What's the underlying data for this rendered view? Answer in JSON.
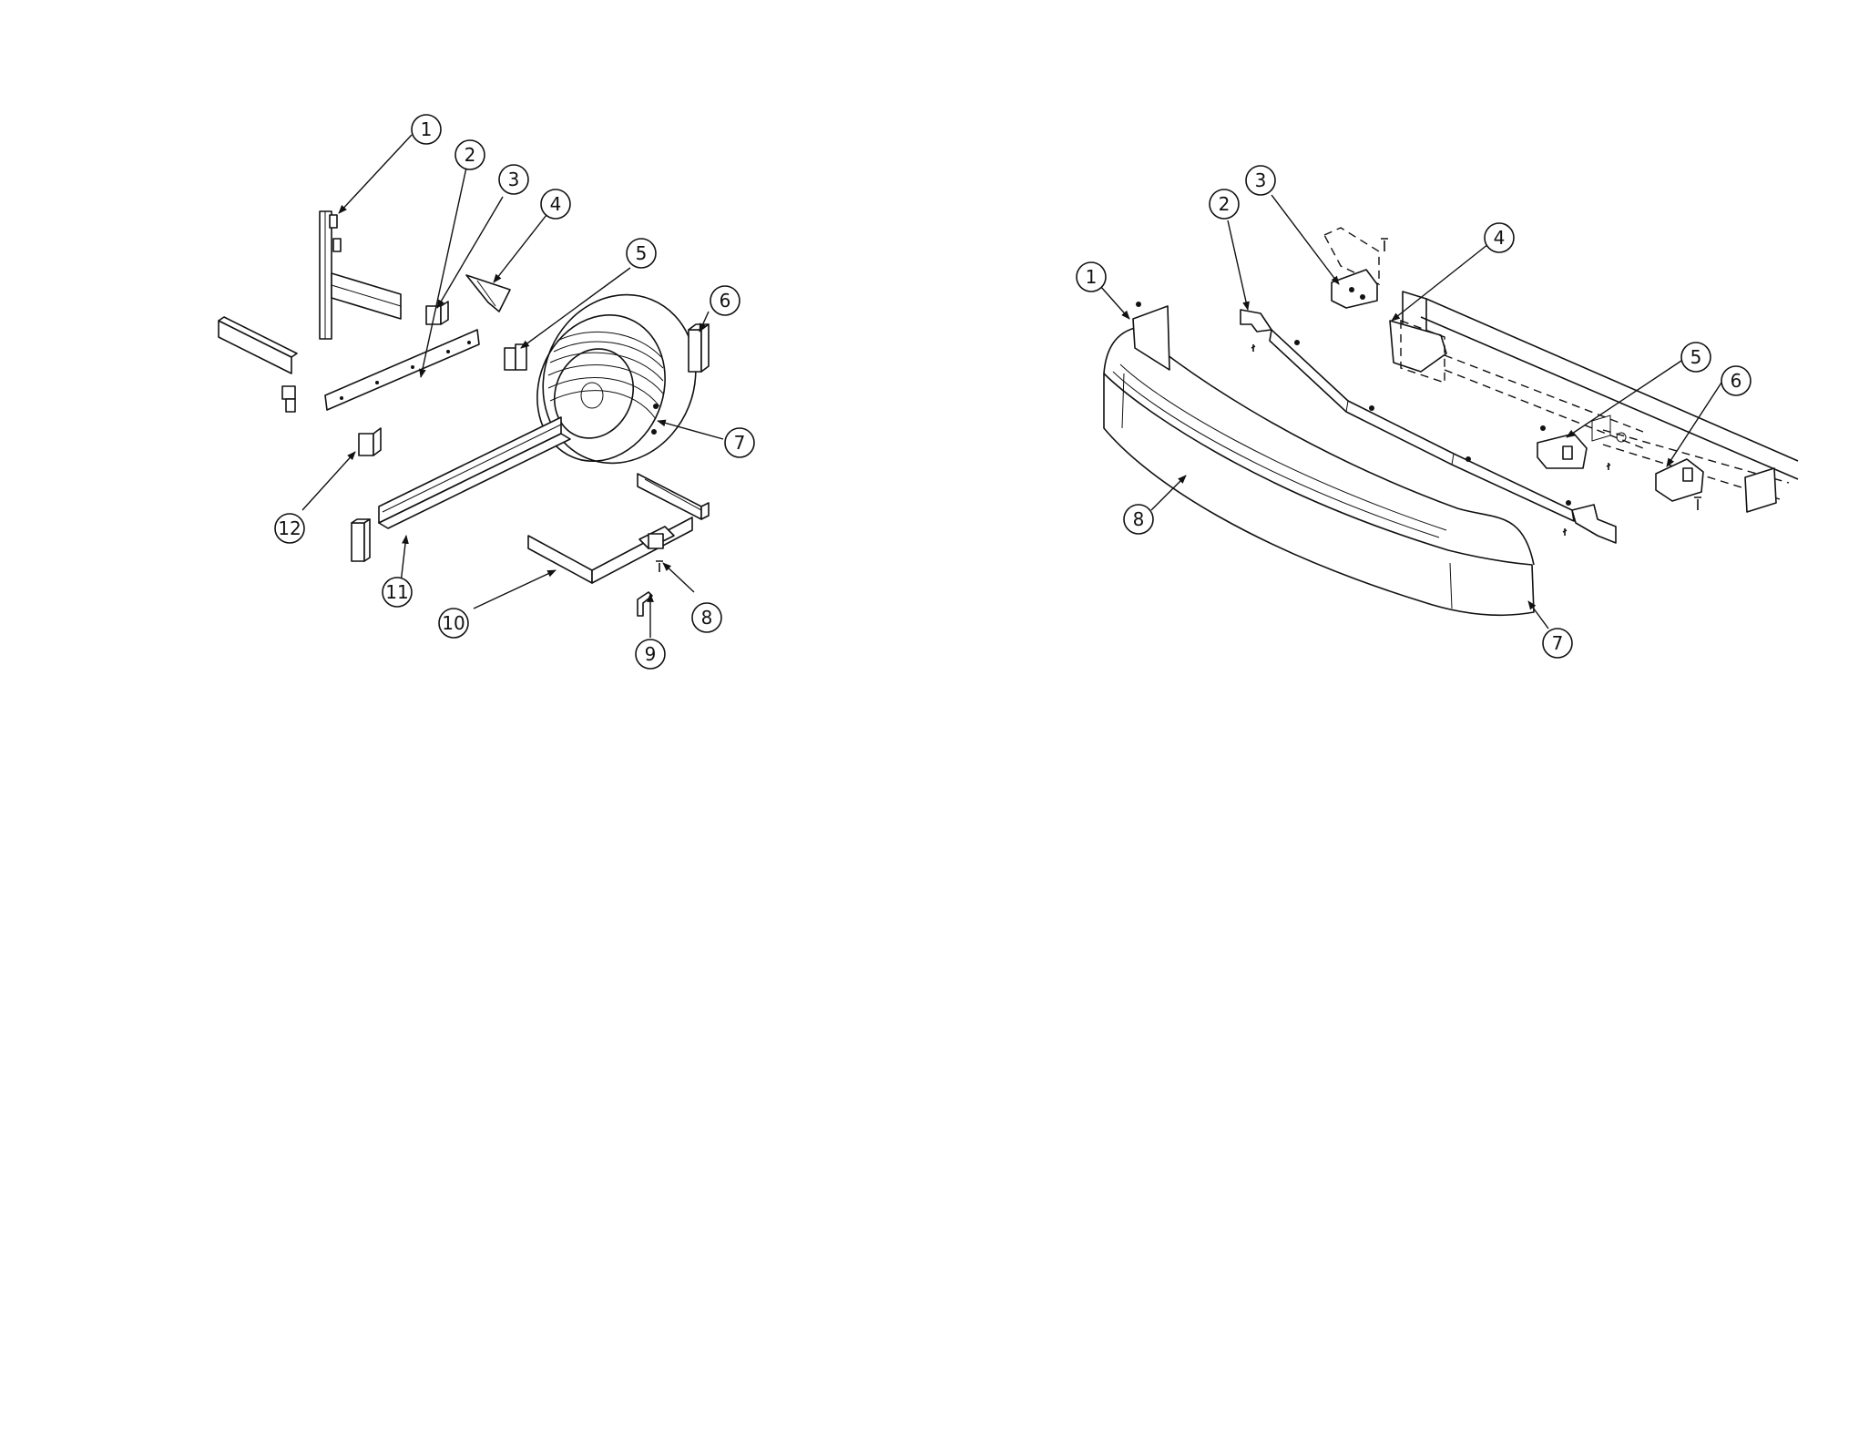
{
  "left_diagram": {
    "callouts": [
      "1",
      "2",
      "3",
      "4",
      "5",
      "6",
      "7",
      "8",
      "9",
      "10",
      "11",
      "12"
    ]
  },
  "right_diagram": {
    "callouts": [
      "1",
      "2",
      "3",
      "4",
      "5",
      "6",
      "7",
      "8"
    ]
  }
}
